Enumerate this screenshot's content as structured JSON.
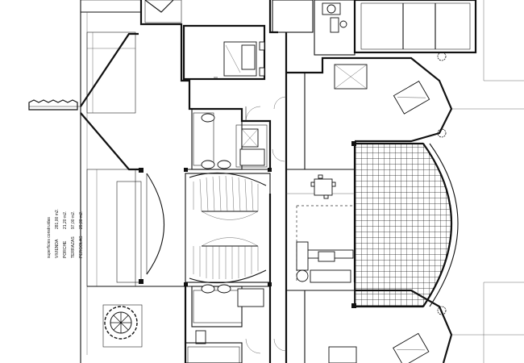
{
  "areas_table": {
    "title": "superficies construidas",
    "rows": [
      {
        "label": "VIVIENDA",
        "value": "281,00 m2."
      },
      {
        "label": "PORCHE",
        "value": "21,20 m2."
      },
      {
        "label": "TERRAZAS",
        "value": "97,00 m2."
      },
      {
        "label": "PERGOLAS",
        "value": "29,80 m2."
      }
    ]
  },
  "colors": {
    "ink": "#111111",
    "paper": "#ffffff"
  }
}
